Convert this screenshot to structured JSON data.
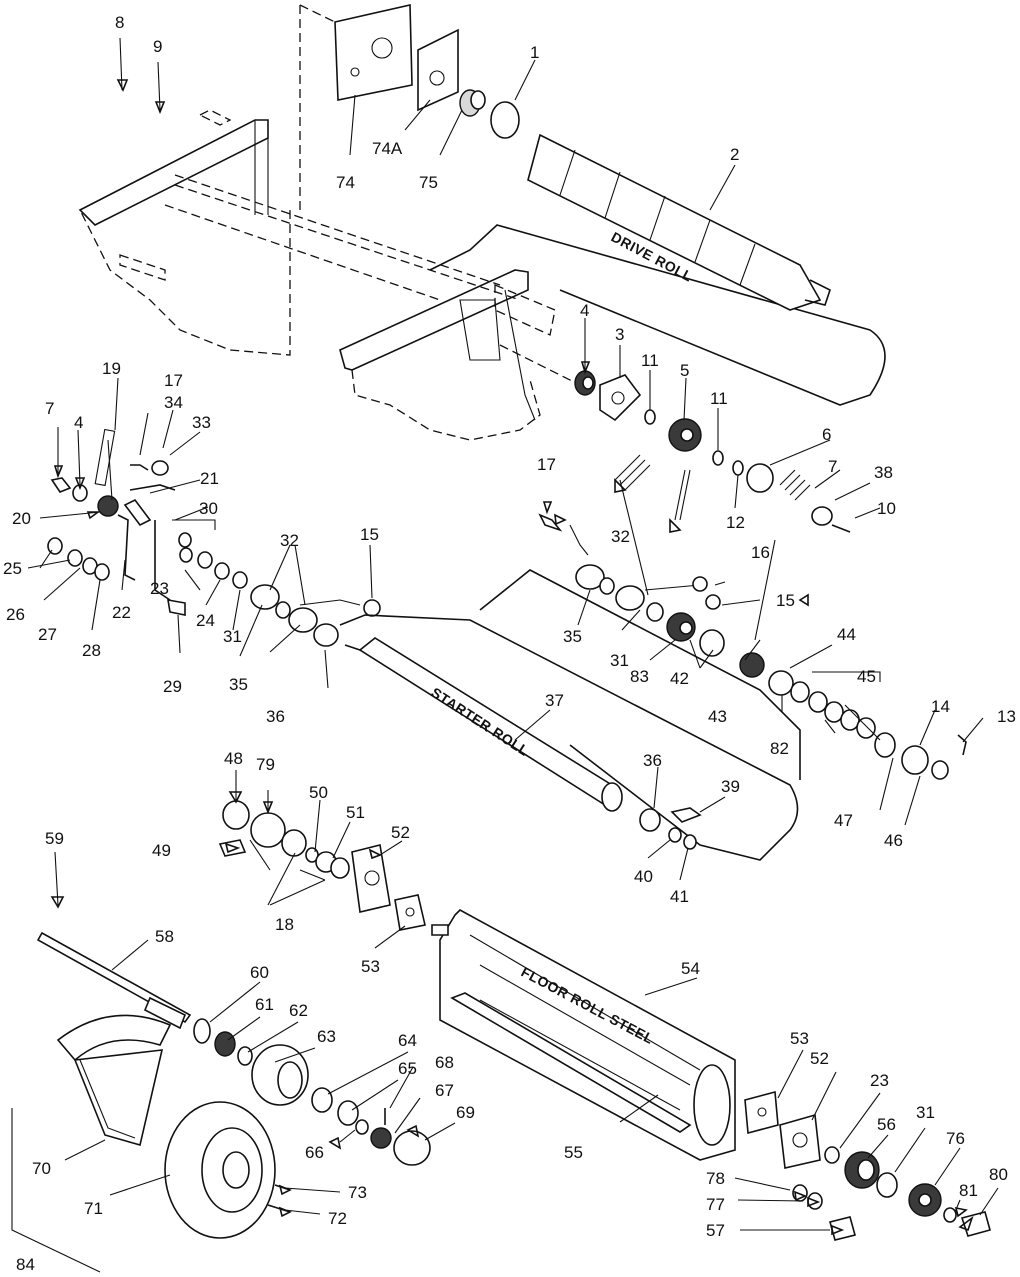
{
  "diagram": {
    "captions": {
      "drive_roll": "DRIVE ROLL",
      "starter_roll": "STARTER ROLL",
      "floor_roll": "FLOOR ROLL STEEL"
    },
    "callouts": {
      "c1": "1",
      "c2": "2",
      "c3": "3",
      "c4a": "4",
      "c4b": "4",
      "c5": "5",
      "c6": "6",
      "c7a": "7",
      "c7b": "7",
      "c8": "8",
      "c9": "9",
      "c10": "10",
      "c11a": "11",
      "c11b": "11",
      "c12": "12",
      "c13": "13",
      "c14": "14",
      "c15a": "15",
      "c15b": "15",
      "c16": "16",
      "c17a": "17",
      "c17b": "17",
      "c18": "18",
      "c19": "19",
      "c20": "20",
      "c21": "21",
      "c22": "22",
      "c23a": "23",
      "c23b": "23",
      "c24": "24",
      "c25": "25",
      "c26": "26",
      "c27": "27",
      "c28": "28",
      "c29": "29",
      "c30": "30",
      "c31a": "31",
      "c31b": "31",
      "c31c": "31",
      "c32a": "32",
      "c32b": "32",
      "c33": "33",
      "c34": "34",
      "c35a": "35",
      "c35b": "35",
      "c36a": "36",
      "c36b": "36",
      "c37": "37",
      "c38": "38",
      "c39": "39",
      "c40": "40",
      "c41": "41",
      "c42": "42",
      "c43": "43",
      "c44": "44",
      "c45": "45",
      "c46": "46",
      "c47": "47",
      "c48": "48",
      "c49": "49",
      "c50": "50",
      "c51": "51",
      "c52a": "52",
      "c52b": "52",
      "c53a": "53",
      "c53b": "53",
      "c54": "54",
      "c55": "55",
      "c56": "56",
      "c57": "57",
      "c58": "58",
      "c59": "59",
      "c60": "60",
      "c61": "61",
      "c62": "62",
      "c63": "63",
      "c64": "64",
      "c65": "65",
      "c66": "66",
      "c67": "67",
      "c68": "68",
      "c69": "69",
      "c70": "70",
      "c71": "71",
      "c72": "72",
      "c73": "73",
      "c74": "74",
      "c74a": "74A",
      "c75": "75",
      "c76": "76",
      "c77": "77",
      "c78": "78",
      "c79": "79",
      "c80": "80",
      "c81": "81",
      "c82": "82",
      "c83": "83",
      "c84": "84"
    }
  }
}
